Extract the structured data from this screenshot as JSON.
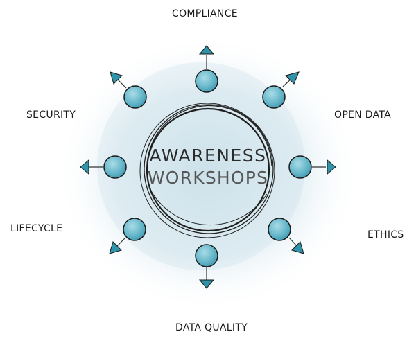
{
  "center": {
    "line1": "AWARENESS",
    "line2": "WORKSHOPS"
  },
  "topics": {
    "top": "COMPLIANCE",
    "top_right": "OPEN DATA",
    "right": "ETHICS",
    "bottom": "DATA QUALITY",
    "bottom_left": "LIFECYCLE",
    "left": "SECURITY"
  },
  "colors": {
    "node_fill": "#5fb3c8",
    "node_highlight": "#a9dbe6",
    "arrow_fill": "#2f93aa",
    "ink": "#1a1a1a",
    "wash": "#cfe3ec"
  }
}
